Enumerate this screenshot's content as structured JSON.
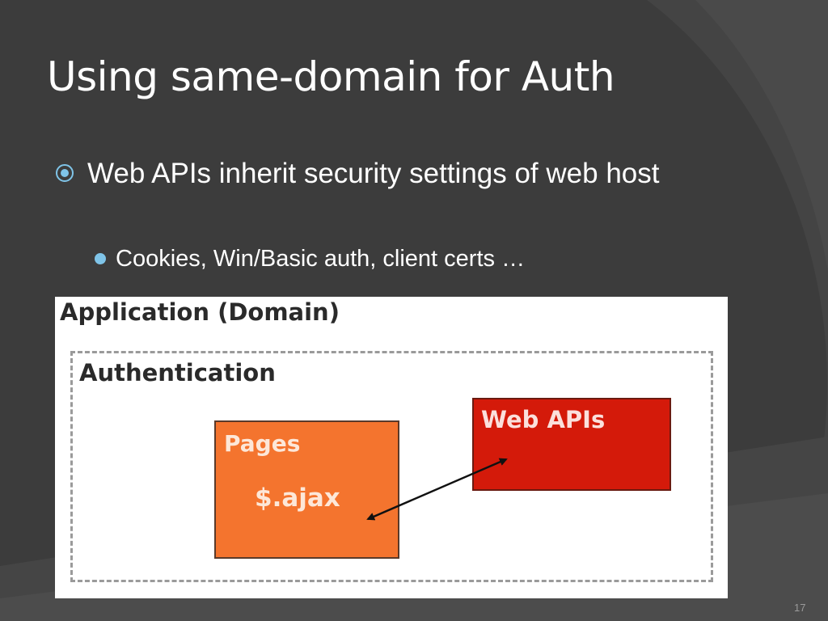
{
  "slide": {
    "title": "Using same-domain for Auth",
    "bullets": {
      "level1": "Web APIs inherit security settings of web host",
      "level2": "Cookies, Win/Basic auth, client certs …"
    },
    "page_number": "17"
  },
  "diagram": {
    "application_label": "Application (Domain)",
    "authentication_label": "Authentication",
    "pages_label": "Pages",
    "ajax_label": "$.ajax",
    "webapi_label": "Web APIs"
  },
  "colors": {
    "background": "#3c3c3c",
    "pages_box": "#f4742e",
    "webapi_box": "#d41a0a",
    "bullet_accent": "#7fc4e8"
  }
}
